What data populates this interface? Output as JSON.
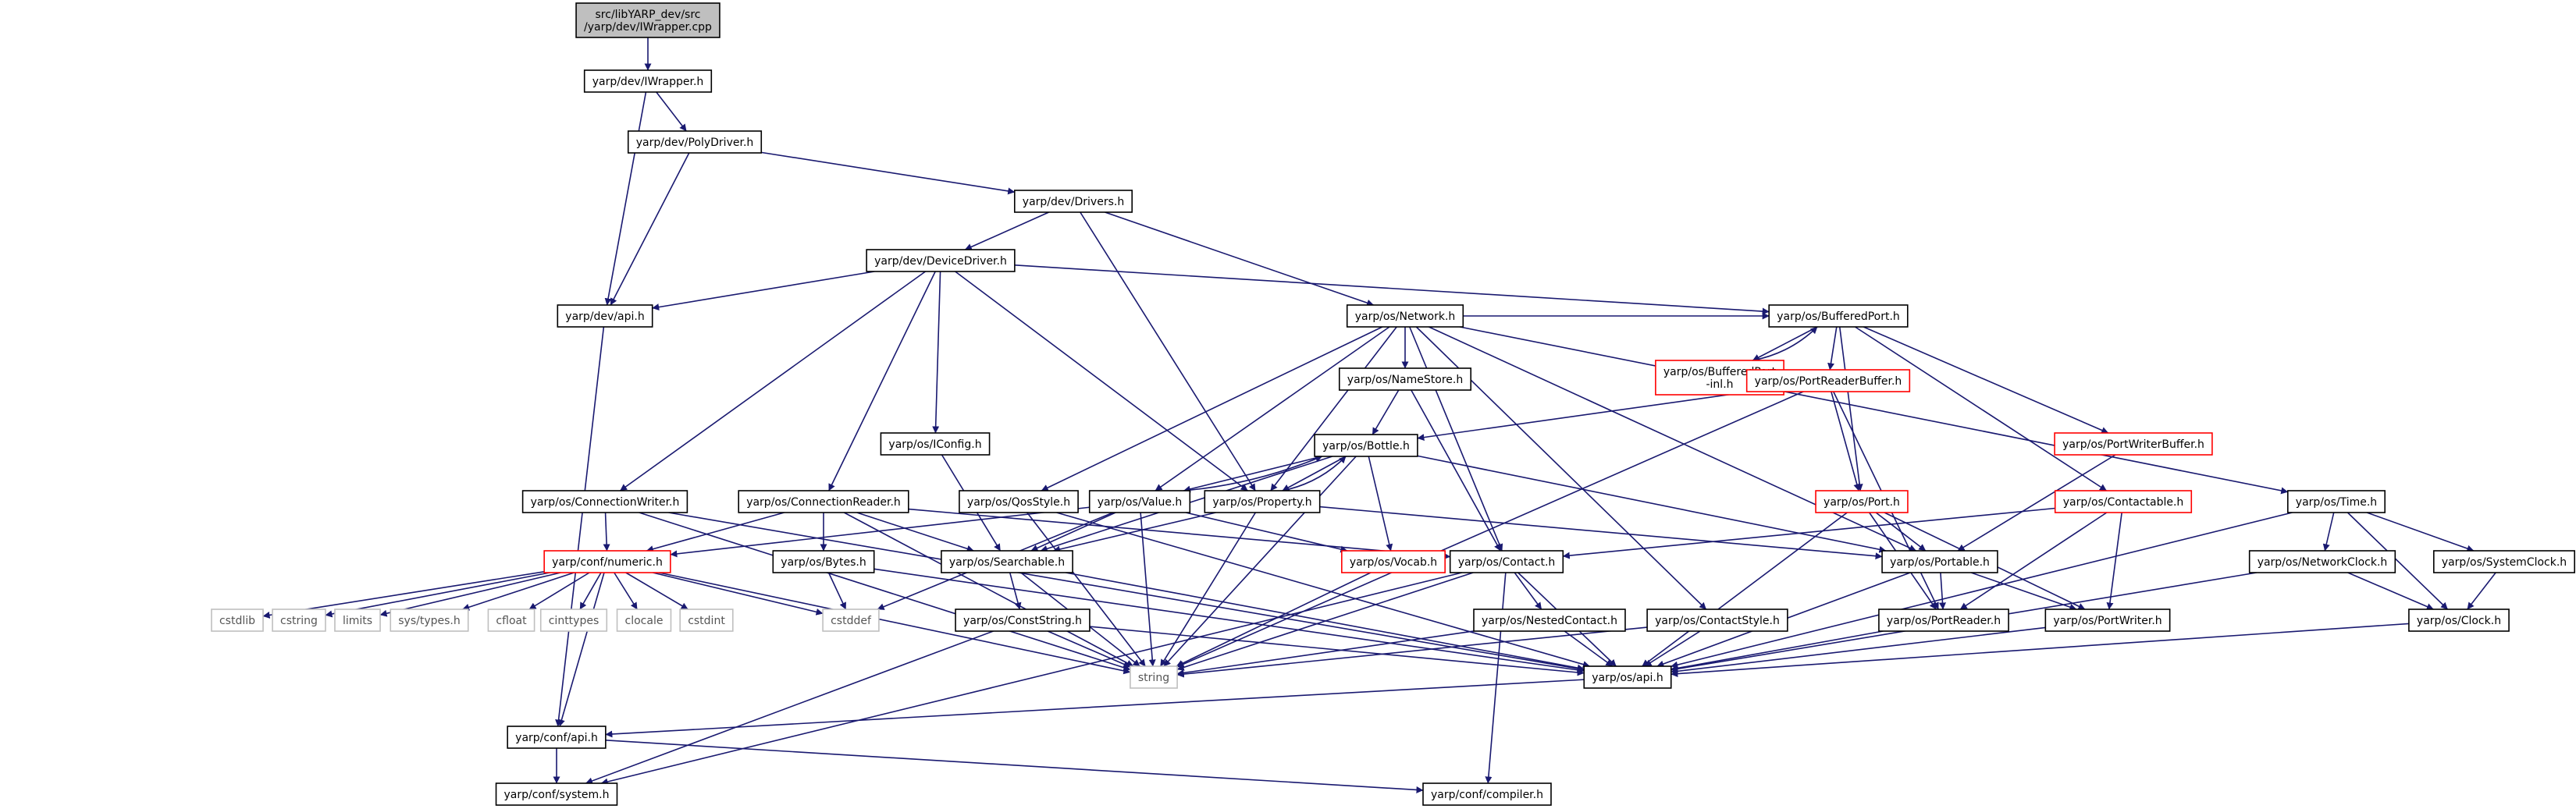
{
  "colors": {
    "edge": "#191970",
    "text": "#000000",
    "system_text": "#555555",
    "root_fill": "#bfbfbf",
    "box_border": "#000000",
    "missing_border": "#ff0000",
    "system_border": "#bfbfbf"
  },
  "nodes": [
    {
      "id": "root",
      "lines": [
        "src/libYARP_dev/src",
        "/yarp/dev/IWrapper.cpp"
      ],
      "kind": "root"
    },
    {
      "id": "iwrapper_h",
      "lines": [
        "yarp/dev/IWrapper.h"
      ],
      "kind": "normal"
    },
    {
      "id": "polydriver_h",
      "lines": [
        "yarp/dev/PolyDriver.h"
      ],
      "kind": "normal"
    },
    {
      "id": "drivers_h",
      "lines": [
        "yarp/dev/Drivers.h"
      ],
      "kind": "normal"
    },
    {
      "id": "devicedriver_h",
      "lines": [
        "yarp/dev/DeviceDriver.h"
      ],
      "kind": "normal"
    },
    {
      "id": "dev_api_h",
      "lines": [
        "yarp/dev/api.h"
      ],
      "kind": "normal"
    },
    {
      "id": "network_h",
      "lines": [
        "yarp/os/Network.h"
      ],
      "kind": "normal"
    },
    {
      "id": "bufferedport_h",
      "lines": [
        "yarp/os/BufferedPort.h"
      ],
      "kind": "normal"
    },
    {
      "id": "bufferedport_inl_h",
      "lines": [
        "yarp/os/BufferedPort",
        "-inl.h"
      ],
      "kind": "missing"
    },
    {
      "id": "portreaderbuffer_h",
      "lines": [
        "yarp/os/PortReaderBuffer.h"
      ],
      "kind": "missing"
    },
    {
      "id": "portwriterbuffer_h",
      "lines": [
        "yarp/os/PortWriterBuffer.h"
      ],
      "kind": "missing"
    },
    {
      "id": "namestore_h",
      "lines": [
        "yarp/os/NameStore.h"
      ],
      "kind": "normal"
    },
    {
      "id": "iconfig_h",
      "lines": [
        "yarp/os/IConfig.h"
      ],
      "kind": "normal"
    },
    {
      "id": "bottle_h",
      "lines": [
        "yarp/os/Bottle.h"
      ],
      "kind": "normal"
    },
    {
      "id": "connectionwriter_h",
      "lines": [
        "yarp/os/ConnectionWriter.h"
      ],
      "kind": "normal"
    },
    {
      "id": "connectionreader_h",
      "lines": [
        "yarp/os/ConnectionReader.h"
      ],
      "kind": "normal"
    },
    {
      "id": "qosstyle_h",
      "lines": [
        "yarp/os/QosStyle.h"
      ],
      "kind": "normal"
    },
    {
      "id": "value_h",
      "lines": [
        "yarp/os/Value.h"
      ],
      "kind": "normal"
    },
    {
      "id": "property_h",
      "lines": [
        "yarp/os/Property.h"
      ],
      "kind": "normal"
    },
    {
      "id": "port_h",
      "lines": [
        "yarp/os/Port.h"
      ],
      "kind": "missing"
    },
    {
      "id": "contactable_h",
      "lines": [
        "yarp/os/Contactable.h"
      ],
      "kind": "missing"
    },
    {
      "id": "time_h",
      "lines": [
        "yarp/os/Time.h"
      ],
      "kind": "normal"
    },
    {
      "id": "numeric_h",
      "lines": [
        "yarp/conf/numeric.h"
      ],
      "kind": "missing"
    },
    {
      "id": "searchable_h",
      "lines": [
        "yarp/os/Searchable.h"
      ],
      "kind": "normal"
    },
    {
      "id": "vocab_h",
      "lines": [
        "yarp/os/Vocab.h"
      ],
      "kind": "missing"
    },
    {
      "id": "contact_h",
      "lines": [
        "yarp/os/Contact.h"
      ],
      "kind": "normal"
    },
    {
      "id": "portable_h",
      "lines": [
        "yarp/os/Portable.h"
      ],
      "kind": "normal"
    },
    {
      "id": "networkclock_h",
      "lines": [
        "yarp/os/NetworkClock.h"
      ],
      "kind": "normal"
    },
    {
      "id": "systemclock_h",
      "lines": [
        "yarp/os/SystemClock.h"
      ],
      "kind": "normal"
    },
    {
      "id": "bytes_h",
      "lines": [
        "yarp/os/Bytes.h"
      ],
      "kind": "normal"
    },
    {
      "id": "cstdlib",
      "lines": [
        "cstdlib"
      ],
      "kind": "system"
    },
    {
      "id": "cstring",
      "lines": [
        "cstring"
      ],
      "kind": "system"
    },
    {
      "id": "limits",
      "lines": [
        "limits"
      ],
      "kind": "system"
    },
    {
      "id": "systypes_h",
      "lines": [
        "sys/types.h"
      ],
      "kind": "system"
    },
    {
      "id": "cfloat",
      "lines": [
        "cfloat"
      ],
      "kind": "system"
    },
    {
      "id": "cinttypes",
      "lines": [
        "cinttypes"
      ],
      "kind": "system"
    },
    {
      "id": "clocale",
      "lines": [
        "clocale"
      ],
      "kind": "system"
    },
    {
      "id": "cstdint",
      "lines": [
        "cstdint"
      ],
      "kind": "system"
    },
    {
      "id": "cstddef",
      "lines": [
        "cstddef"
      ],
      "kind": "system"
    },
    {
      "id": "conststring_h",
      "lines": [
        "yarp/os/ConstString.h"
      ],
      "kind": "normal"
    },
    {
      "id": "nestedcontact_h",
      "lines": [
        "yarp/os/NestedContact.h"
      ],
      "kind": "normal"
    },
    {
      "id": "contactstyle_h",
      "lines": [
        "yarp/os/ContactStyle.h"
      ],
      "kind": "normal"
    },
    {
      "id": "portreader_h",
      "lines": [
        "yarp/os/PortReader.h"
      ],
      "kind": "normal"
    },
    {
      "id": "portwriter_h",
      "lines": [
        "yarp/os/PortWriter.h"
      ],
      "kind": "normal"
    },
    {
      "id": "clock_h",
      "lines": [
        "yarp/os/Clock.h"
      ],
      "kind": "normal"
    },
    {
      "id": "string",
      "lines": [
        "string"
      ],
      "kind": "system"
    },
    {
      "id": "os_api_h",
      "lines": [
        "yarp/os/api.h"
      ],
      "kind": "normal"
    },
    {
      "id": "conf_api_h",
      "lines": [
        "yarp/conf/api.h"
      ],
      "kind": "normal"
    },
    {
      "id": "system_h",
      "lines": [
        "yarp/conf/system.h"
      ],
      "kind": "normal"
    },
    {
      "id": "compiler_h",
      "lines": [
        "yarp/conf/compiler.h"
      ],
      "kind": "normal"
    }
  ],
  "edges": [
    [
      "root",
      "iwrapper_h"
    ],
    [
      "iwrapper_h",
      "polydriver_h"
    ],
    [
      "iwrapper_h",
      "dev_api_h"
    ],
    [
      "polydriver_h",
      "drivers_h"
    ],
    [
      "polydriver_h",
      "dev_api_h"
    ],
    [
      "drivers_h",
      "devicedriver_h"
    ],
    [
      "drivers_h",
      "network_h"
    ],
    [
      "drivers_h",
      "property_h"
    ],
    [
      "devicedriver_h",
      "dev_api_h"
    ],
    [
      "devicedriver_h",
      "bufferedport_h"
    ],
    [
      "devicedriver_h",
      "iconfig_h"
    ],
    [
      "devicedriver_h",
      "connectionwriter_h"
    ],
    [
      "devicedriver_h",
      "connectionreader_h"
    ],
    [
      "devicedriver_h",
      "property_h"
    ],
    [
      "dev_api_h",
      "conf_api_h"
    ],
    [
      "network_h",
      "namestore_h"
    ],
    [
      "network_h",
      "qosstyle_h"
    ],
    [
      "network_h",
      "value_h"
    ],
    [
      "network_h",
      "property_h"
    ],
    [
      "network_h",
      "contact_h"
    ],
    [
      "network_h",
      "contactstyle_h"
    ],
    [
      "network_h",
      "portable_h"
    ],
    [
      "network_h",
      "time_h"
    ],
    [
      "network_h",
      "bufferedport_h"
    ],
    [
      "bufferedport_h",
      "bufferedport_inl_h"
    ],
    [
      "bufferedport_inl_h",
      "bufferedport_h"
    ],
    [
      "bufferedport_h",
      "portreaderbuffer_h"
    ],
    [
      "bufferedport_h",
      "portwriterbuffer_h"
    ],
    [
      "bufferedport_h",
      "port_h"
    ],
    [
      "bufferedport_h",
      "contactable_h"
    ],
    [
      "portreaderbuffer_h",
      "bottle_h"
    ],
    [
      "portreaderbuffer_h",
      "port_h"
    ],
    [
      "portreaderbuffer_h",
      "portreader_h"
    ],
    [
      "portreaderbuffer_h",
      "string"
    ],
    [
      "portwriterbuffer_h",
      "portable_h"
    ],
    [
      "namestore_h",
      "bottle_h"
    ],
    [
      "namestore_h",
      "contact_h"
    ],
    [
      "iconfig_h",
      "searchable_h"
    ],
    [
      "bottle_h",
      "value_h"
    ],
    [
      "bottle_h",
      "property_h"
    ],
    [
      "bottle_h",
      "vocab_h"
    ],
    [
      "bottle_h",
      "portable_h"
    ],
    [
      "bottle_h",
      "searchable_h"
    ],
    [
      "bottle_h",
      "string"
    ],
    [
      "value_h",
      "bottle_h"
    ],
    [
      "property_h",
      "bottle_h"
    ],
    [
      "connectionwriter_h",
      "numeric_h"
    ],
    [
      "connectionwriter_h",
      "os_api_h"
    ],
    [
      "connectionwriter_h",
      "string"
    ],
    [
      "connectionreader_h",
      "numeric_h"
    ],
    [
      "connectionreader_h",
      "bytes_h"
    ],
    [
      "connectionreader_h",
      "searchable_h"
    ],
    [
      "connectionreader_h",
      "contact_h"
    ],
    [
      "connectionreader_h",
      "string"
    ],
    [
      "qosstyle_h",
      "string"
    ],
    [
      "qosstyle_h",
      "os_api_h"
    ],
    [
      "value_h",
      "numeric_h"
    ],
    [
      "value_h",
      "searchable_h"
    ],
    [
      "value_h",
      "vocab_h"
    ],
    [
      "value_h",
      "cstddef"
    ],
    [
      "value_h",
      "string"
    ],
    [
      "property_h",
      "searchable_h"
    ],
    [
      "property_h",
      "portable_h"
    ],
    [
      "property_h",
      "string"
    ],
    [
      "port_h",
      "portable_h"
    ],
    [
      "port_h",
      "portreader_h"
    ],
    [
      "port_h",
      "portwriter_h"
    ],
    [
      "port_h",
      "os_api_h"
    ],
    [
      "contactable_h",
      "contact_h"
    ],
    [
      "contactable_h",
      "portreader_h"
    ],
    [
      "contactable_h",
      "portwriter_h"
    ],
    [
      "time_h",
      "networkclock_h"
    ],
    [
      "time_h",
      "systemclock_h"
    ],
    [
      "time_h",
      "clock_h"
    ],
    [
      "time_h",
      "os_api_h"
    ],
    [
      "numeric_h",
      "cstdlib"
    ],
    [
      "numeric_h",
      "cstring"
    ],
    [
      "numeric_h",
      "limits"
    ],
    [
      "numeric_h",
      "systypes_h"
    ],
    [
      "numeric_h",
      "cfloat"
    ],
    [
      "numeric_h",
      "cinttypes"
    ],
    [
      "numeric_h",
      "clocale"
    ],
    [
      "numeric_h",
      "cstdint"
    ],
    [
      "numeric_h",
      "cstddef"
    ],
    [
      "numeric_h",
      "string"
    ],
    [
      "numeric_h",
      "conf_api_h"
    ],
    [
      "searchable_h",
      "conststring_h"
    ],
    [
      "searchable_h",
      "string"
    ],
    [
      "searchable_h",
      "os_api_h"
    ],
    [
      "vocab_h",
      "string"
    ],
    [
      "contact_h",
      "nestedcontact_h"
    ],
    [
      "contact_h",
      "os_api_h"
    ],
    [
      "contact_h",
      "string"
    ],
    [
      "contact_h",
      "system_h"
    ],
    [
      "contact_h",
      "compiler_h"
    ],
    [
      "portable_h",
      "portreader_h"
    ],
    [
      "portable_h",
      "portwriter_h"
    ],
    [
      "portable_h",
      "os_api_h"
    ],
    [
      "networkclock_h",
      "clock_h"
    ],
    [
      "networkclock_h",
      "os_api_h"
    ],
    [
      "systemclock_h",
      "clock_h"
    ],
    [
      "bytes_h",
      "cstddef"
    ],
    [
      "bytes_h",
      "os_api_h"
    ],
    [
      "conststring_h",
      "string"
    ],
    [
      "conststring_h",
      "os_api_h"
    ],
    [
      "conststring_h",
      "system_h"
    ],
    [
      "nestedcontact_h",
      "string"
    ],
    [
      "nestedcontact_h",
      "os_api_h"
    ],
    [
      "contactstyle_h",
      "string"
    ],
    [
      "contactstyle_h",
      "os_api_h"
    ],
    [
      "portreader_h",
      "os_api_h"
    ],
    [
      "portwriter_h",
      "os_api_h"
    ],
    [
      "clock_h",
      "os_api_h"
    ],
    [
      "os_api_h",
      "conf_api_h"
    ],
    [
      "conf_api_h",
      "system_h"
    ],
    [
      "conf_api_h",
      "compiler_h"
    ]
  ]
}
